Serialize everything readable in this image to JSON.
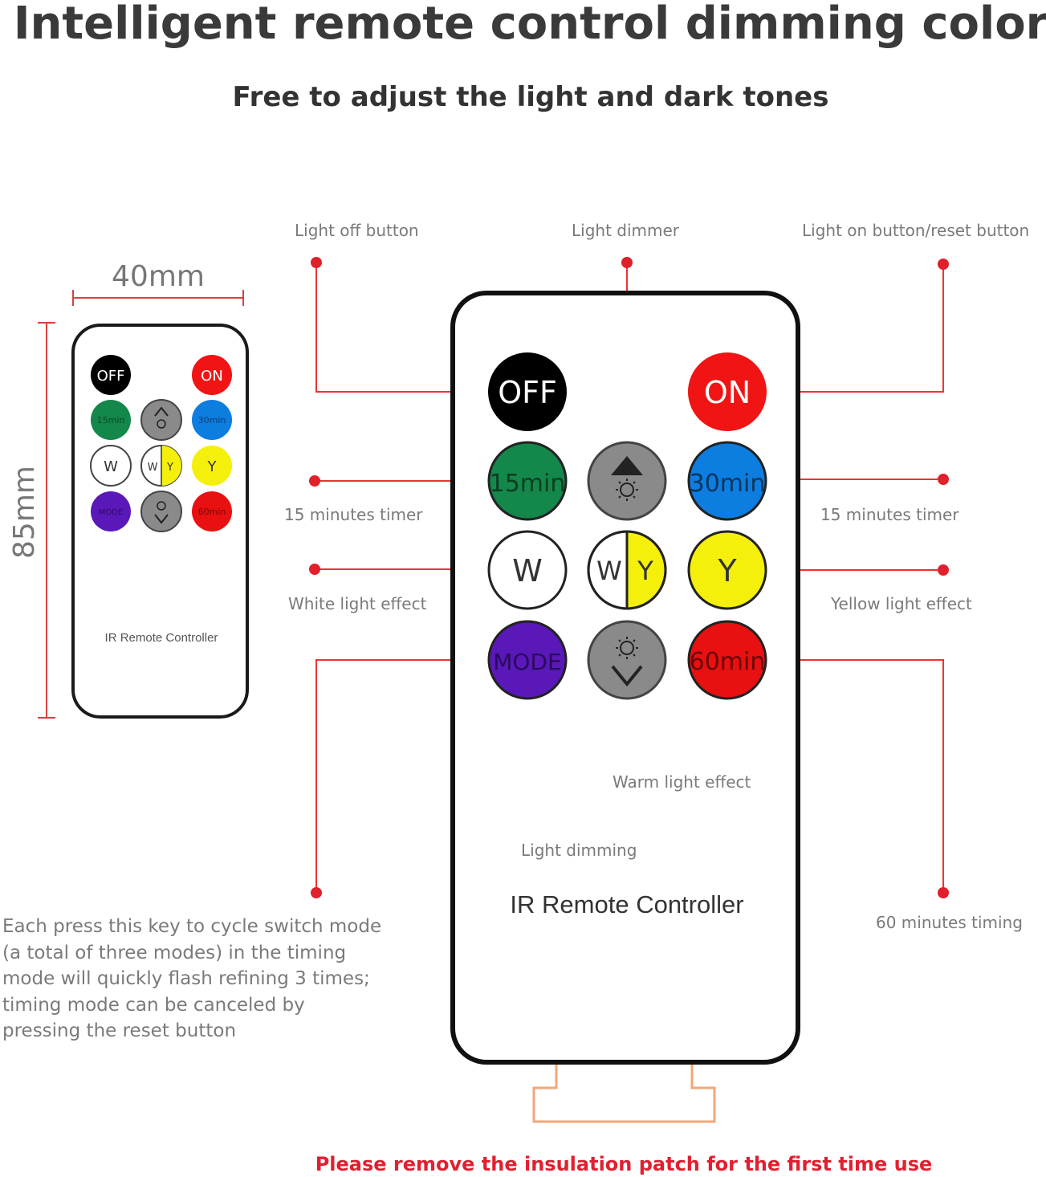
{
  "header": {
    "title": "Intelligent remote control dimming color",
    "subtitle": "Free to adjust the light and dark tones"
  },
  "dimensions": {
    "width_label": "40mm",
    "height_label": "85mm"
  },
  "remote": {
    "name": "IR Remote Controller",
    "buttons": {
      "off": "OFF",
      "on": "ON",
      "t15": "15min",
      "t30": "30min",
      "t60": "60min",
      "white": "W",
      "wy_w": "W",
      "wy_y": "Y",
      "yellow": "Y",
      "mode": "MODE"
    },
    "colors": {
      "off": "#000000",
      "on": "#f01414",
      "t15": "#14874a",
      "t30": "#0d7de0",
      "t60": "#e81010",
      "yellow": "#f5ef0c",
      "mode": "#5a18b8",
      "dimmer": "#8a8a8a"
    }
  },
  "callouts": {
    "light_off": "Light off button",
    "light_dimmer": "Light dimmer",
    "light_on": "Light on button/reset button",
    "timer_left": "15 minutes timer",
    "timer_right": "15 minutes timer",
    "white_effect": "White light effect",
    "yellow_effect": "Yellow light effect",
    "warm_effect": "Warm light effect",
    "dimming": "Light dimming",
    "timing_60": "60 minutes timing",
    "mode_desc": [
      "Each press this key to cycle switch mode",
      "(a total of three modes) in the timing",
      "mode will quickly flash refining 3 times;",
      "timing mode can be canceled by",
      "pressing the reset button"
    ]
  },
  "footer_note": "Please remove the insulation patch for the first time use"
}
